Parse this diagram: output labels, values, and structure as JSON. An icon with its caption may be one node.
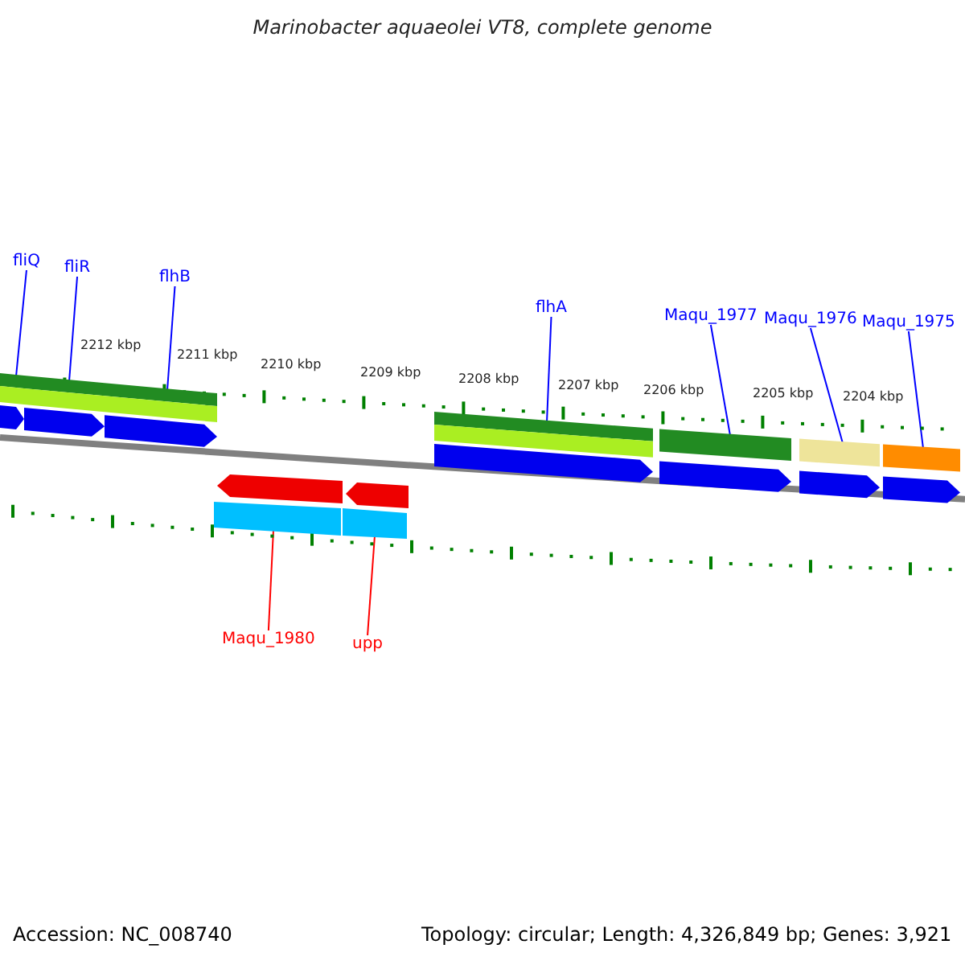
{
  "diagram": {
    "title": "Marinobacter aquaeolei VT8, complete genome",
    "nodes": [
      {
        "text": [
          "fliQ"
        ]
      },
      {
        "text": [
          "fliR"
        ]
      },
      {
        "text": [
          "flhB"
        ]
      },
      {
        "text": [
          "flhA"
        ]
      },
      {
        "text": [
          "Maqu_1977"
        ]
      },
      {
        "text": [
          "Maqu_1976"
        ]
      },
      {
        "text": [
          "Maqu_1975"
        ]
      },
      {
        "text": [
          "Maqu_1980"
        ]
      },
      {
        "text": [
          "upp"
        ]
      },
      {
        "text": [],
        "shape": "bar"
      },
      {
        "text": [],
        "shape": "bar"
      },
      {
        "text": [],
        "shape": "bar"
      },
      {
        "text": [],
        "shape": "bar"
      },
      {
        "text": [],
        "shape": "bar"
      },
      {
        "text": [],
        "shape": "bar"
      },
      {
        "text": [],
        "shape": "bar"
      },
      {
        "text": [],
        "shape": "bar"
      },
      {
        "text": [],
        "shape": "bar"
      }
    ],
    "edges": [
      {
        "from": 0,
        "to": 9,
        "arrow": "none"
      },
      {
        "from": 1,
        "to": 10,
        "arrow": "none"
      },
      {
        "from": 2,
        "to": 11,
        "arrow": "none"
      },
      {
        "from": 3,
        "to": 12,
        "arrow": "none"
      },
      {
        "from": 4,
        "to": 13,
        "arrow": "none"
      },
      {
        "from": 5,
        "to": 14,
        "arrow": "none"
      },
      {
        "from": 6,
        "to": 15,
        "arrow": "none"
      },
      {
        "from": 7,
        "to": 16,
        "arrow": "none",
        "color": "#ff0000"
      },
      {
        "from": 8,
        "to": 17,
        "arrow": "none",
        "color": "#ff0000"
      }
    ],
    "labels": [
      "2212 kbp",
      "2211 kbp",
      "2210 kbp",
      "2209 kbp",
      "2208 kbp",
      "2207 kbp",
      "2206 kbp",
      "2205 kbp",
      "2204 kbp",
      "Accession: NC_008740",
      "Topology: circular; Length: 4,326,849 bp; Genes: 3,921"
    ]
  }
}
